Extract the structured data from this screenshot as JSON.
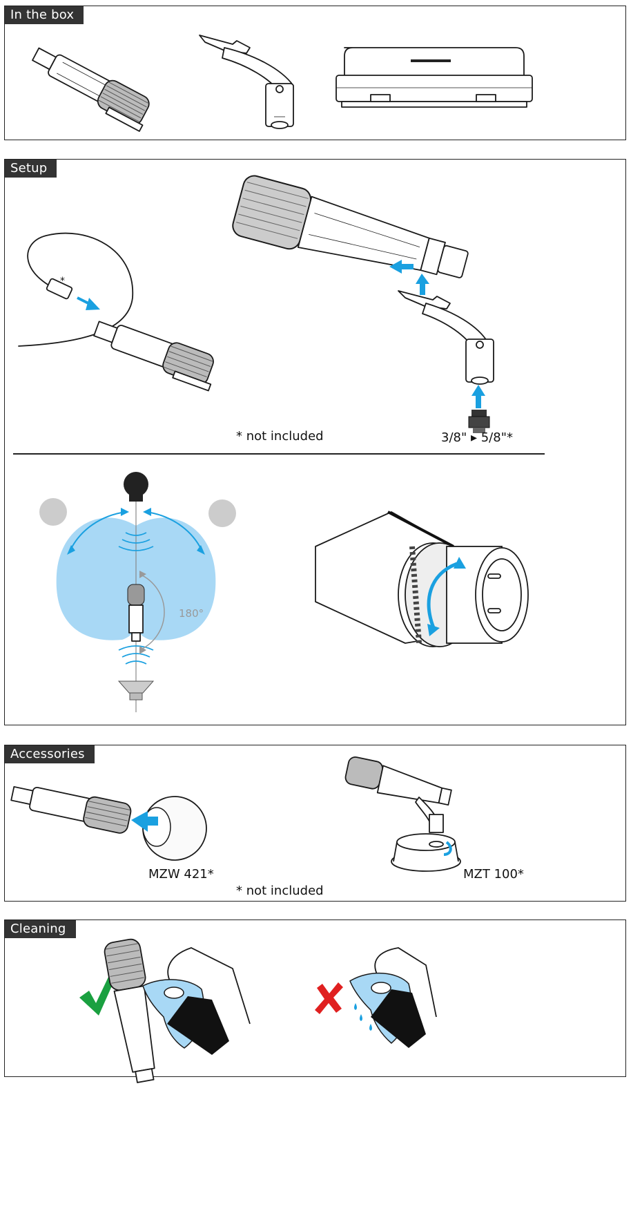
{
  "sections": {
    "in_the_box": {
      "title": "In the box"
    },
    "setup": {
      "title": "Setup",
      "cable_asterisk": "*",
      "not_included_note": "* not included",
      "thread_adapter_label": "3/8\" ▸ 5/8\"*",
      "angle_label": "180°"
    },
    "accessories": {
      "title": "Accessories",
      "windscreen_label": "MZW 421*",
      "table_stand_label": "MZT 100*",
      "not_included_note": "* not included"
    },
    "cleaning": {
      "title": "Cleaning"
    }
  },
  "colors": {
    "accent_blue": "#1aa0e0",
    "pattern_blue": "#a8d8f5",
    "check_green": "#1aa040",
    "cross_red": "#e02020",
    "tab_bg": "#333333"
  },
  "icons": [
    "microphone-icon",
    "clamp-icon",
    "case-icon",
    "cable-icon",
    "thread-adapter-icon",
    "head-icon",
    "speaker-icon",
    "xlr-connector-icon",
    "windscreen-icon",
    "table-stand-icon",
    "cloth-icon",
    "checkmark-icon",
    "cross-icon"
  ]
}
